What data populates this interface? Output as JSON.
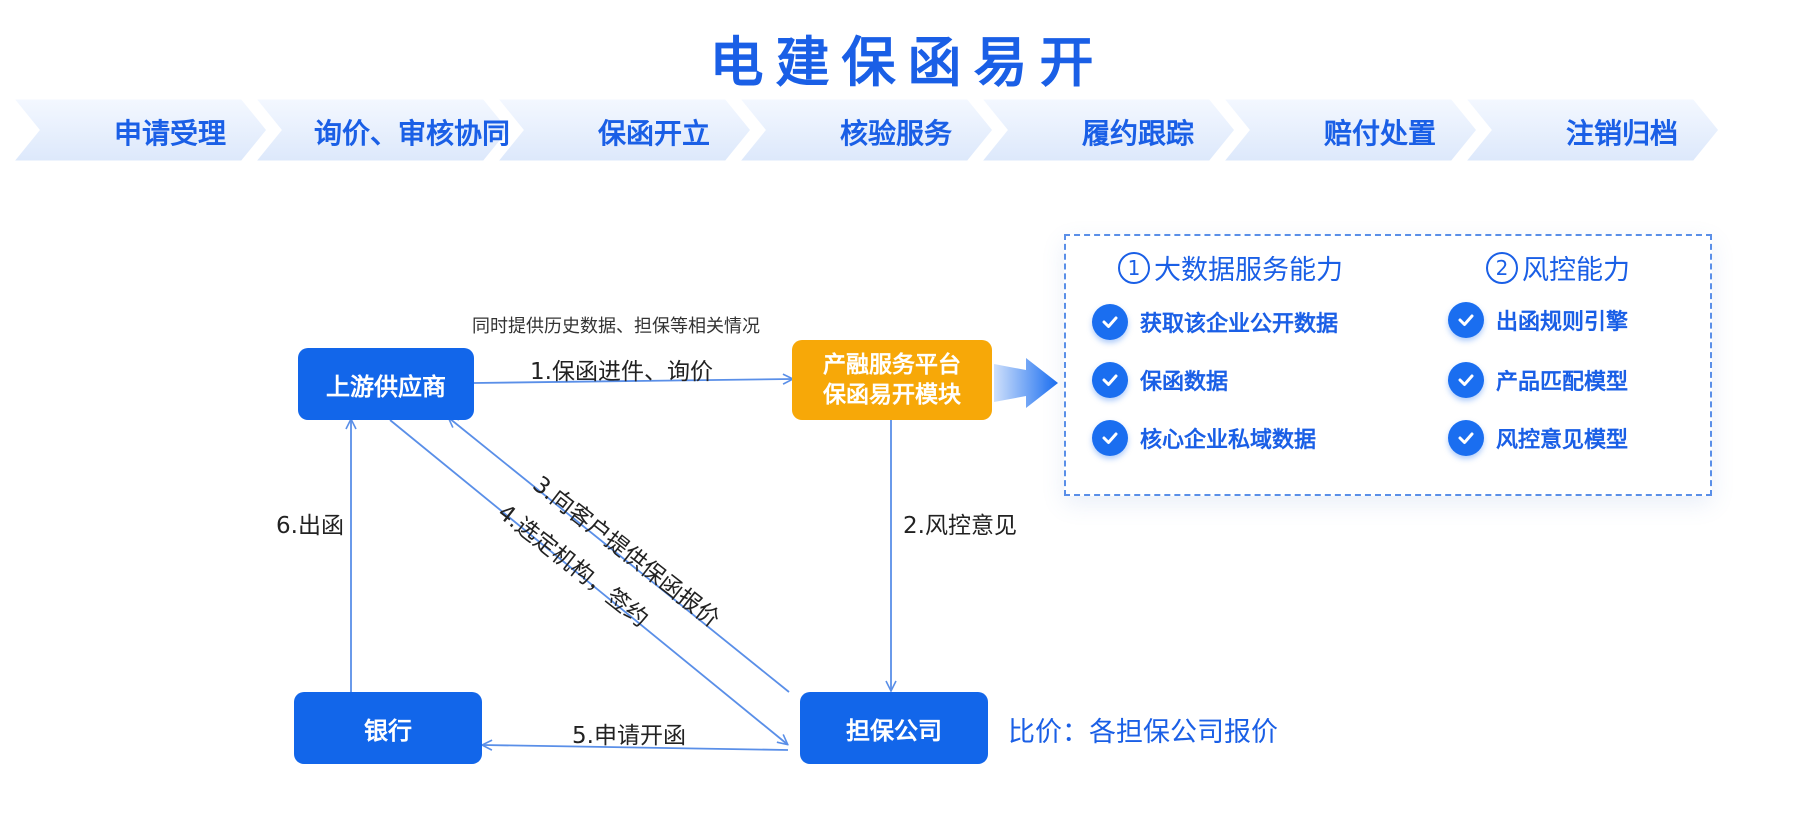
{
  "title": "电建保函易开",
  "process_steps": [
    "申请受理",
    "询价、审核协同",
    "保函开立",
    "核验服务",
    "履约跟踪",
    "赔付处置",
    "注销归档"
  ],
  "nodes": {
    "supplier": "上游供应商",
    "platform_line1": "产融服务平台",
    "platform_line2": "保函易开模块",
    "bank": "银行",
    "guarantor": "担保公司"
  },
  "edges": {
    "note_top": "同时提供历史数据、担保等相关情况",
    "e1": "1.保函进件、询价",
    "e2": "2.风控意见",
    "e3": "3.向客户提供保函报价",
    "e4": "4.选定机构，签约",
    "e5": "5.申请开函",
    "e6": "6.出函"
  },
  "compare_note": "比价：各担保公司报价",
  "capabilities": {
    "col1": {
      "num": "1",
      "title": "大数据服务能力",
      "items": [
        "获取该企业公开数据",
        "保函数据",
        "核心企业私域数据"
      ]
    },
    "col2": {
      "num": "2",
      "title": "风控能力",
      "items": [
        "出函规则引擎",
        "产品匹配模型",
        "风控意见模型"
      ]
    }
  },
  "colors": {
    "primary_blue": "#1266ea",
    "accent_orange": "#f7a808",
    "edge_blue": "#5a8fe8"
  }
}
